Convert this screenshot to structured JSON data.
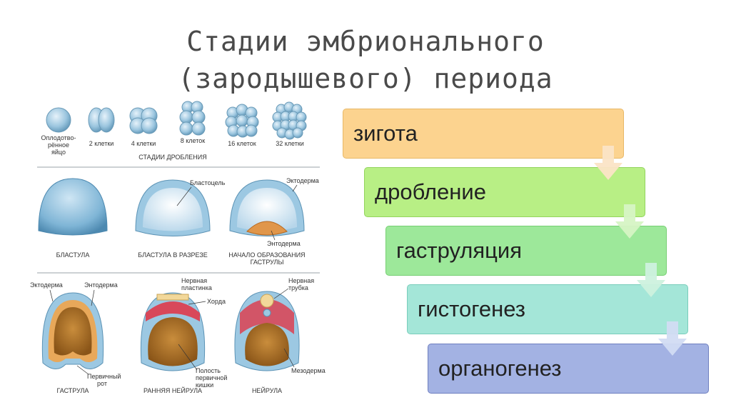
{
  "title": {
    "line1": "Стадии эмбрионального",
    "line2": "(зародышевого) периода"
  },
  "illustration": {
    "row1": {
      "labels": [
        "Оплодотво-",
        "рённое",
        "яйцо",
        "2 клетки",
        "4 клетки",
        "8 клеток",
        "16 клеток",
        "32 клетки"
      ],
      "caption": "СТАДИИ ДРОБЛЕНИЯ"
    },
    "row2": {
      "blastocoel": "Бластоцель",
      "ectoderm": "Эктодерма",
      "entoderm": "Энтодерма",
      "caption1": "БЛАСТУЛА",
      "caption2": "БЛАСТУЛА В РАЗРЕЗЕ",
      "caption3a": "НАЧАЛО ОБРАЗОВАНИЯ",
      "caption3b": "ГАСТРУЛЫ"
    },
    "row3": {
      "ectoderm": "Эктодерма",
      "entoderm": "Энтодерма",
      "neural_plate_a": "Нервная",
      "neural_plate_b": "пластинка",
      "chorda": "Хорда",
      "neural_tube_a": "Нервная",
      "neural_tube_b": "трубка",
      "cavity_a": "Полость",
      "cavity_b": "первичной",
      "cavity_c": "кишки",
      "mouth_a": "Первичный",
      "mouth_b": "рот",
      "mesoderm": "Мезодерма",
      "caption1": "ГАСТРУЛА",
      "caption2": "РАННЯЯ НЕЙРУЛА",
      "caption3": "НЕЙРУЛА"
    }
  },
  "steps": [
    {
      "label": "зигота",
      "color": "#fcd38f"
    },
    {
      "label": "дробление",
      "color": "#b8ef85"
    },
    {
      "label": "гаструляция",
      "color": "#9de89a"
    },
    {
      "label": "гистогенез",
      "color": "#a4e6d8"
    },
    {
      "label": "органогенез",
      "color": "#a3b2e3"
    }
  ]
}
